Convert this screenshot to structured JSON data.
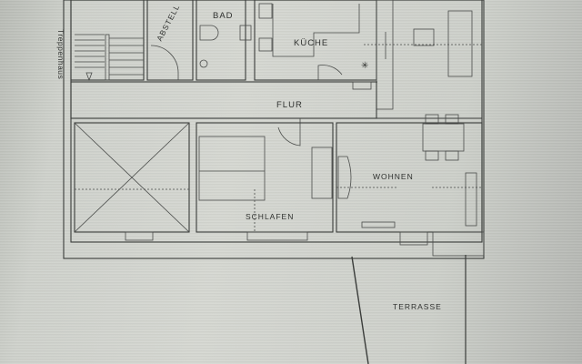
{
  "plan": {
    "type": "floor-plan",
    "rooms": {
      "stairwell": "Treppenhaus",
      "storage": "ABSTELL",
      "bath": "BAD",
      "kitchen": "KÜCHE",
      "hall": "FLUR",
      "bedroom": "SCHLAFEN",
      "living": "WOHNEN",
      "terrace": "TERRASSE"
    },
    "colors": {
      "line": "#3a3c3a",
      "paper": "#d4d6d0"
    }
  }
}
